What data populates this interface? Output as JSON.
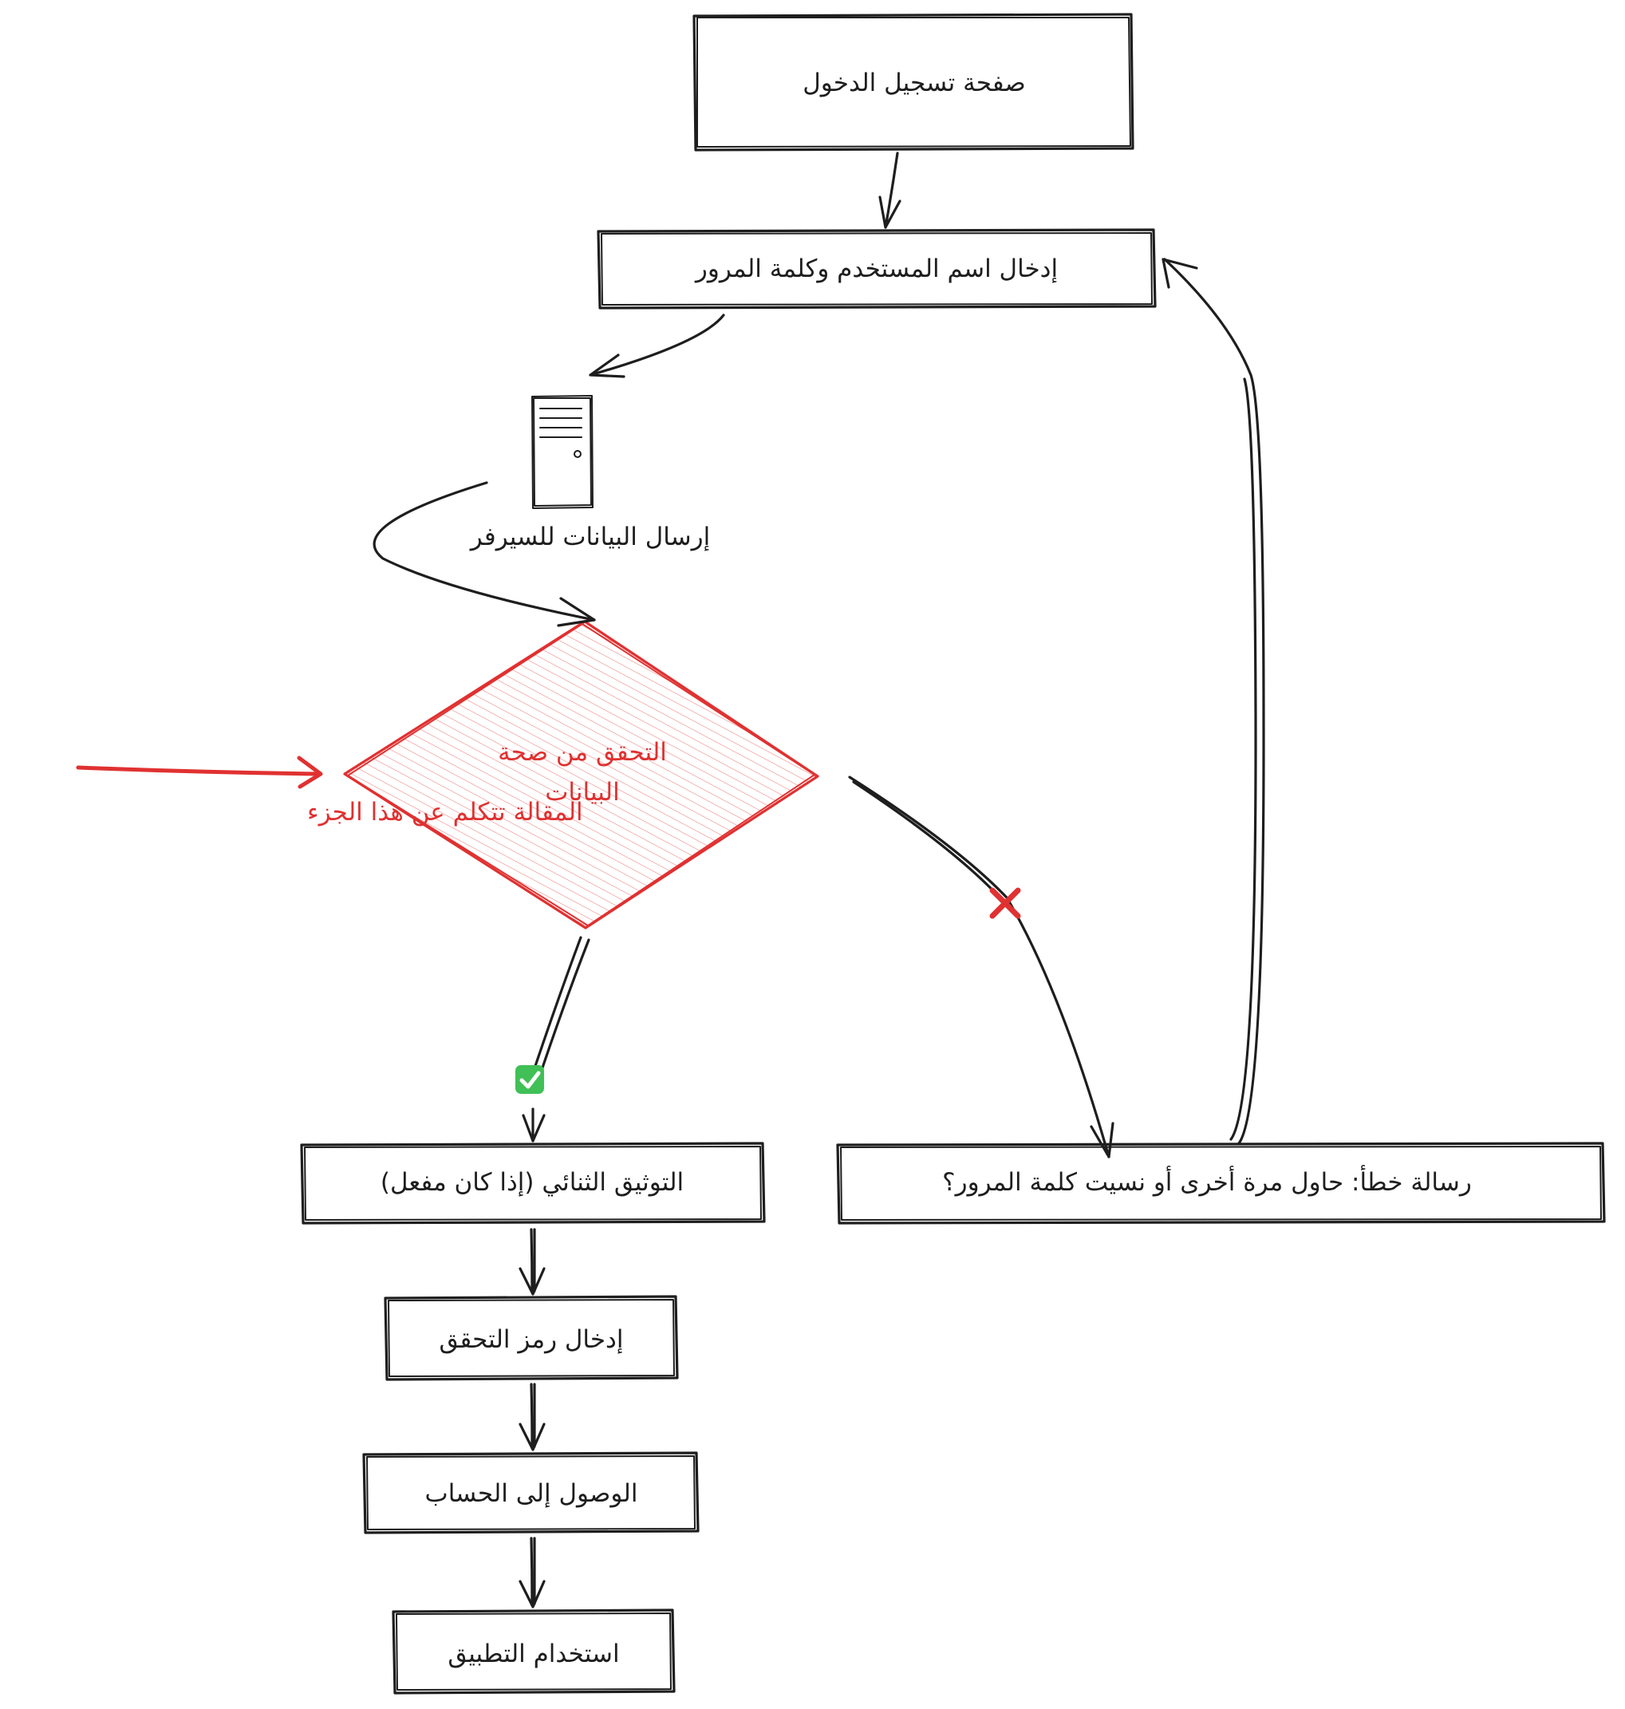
{
  "nodes": {
    "login_page": "صفحة تسجيل الدخول",
    "enter_credentials": "إدخال اسم المستخدم وكلمة المرور",
    "send_to_server": "إرسال البيانات للسيرفر",
    "validate_line1": "التحقق من صحة",
    "validate_line2": "البيانات",
    "two_factor": "التوثيق الثنائي (إذا كان مفعل)",
    "enter_code": "إدخال رمز التحقق",
    "access_account": "الوصول إلى الحساب",
    "use_app": "استخدام التطبيق",
    "error_message": "رسالة خطأ: حاول مرة أخرى أو نسيت كلمة المرور؟"
  },
  "annotation": {
    "text": "المقالة تتكلم عن هذا الجزء"
  },
  "icons": {
    "success": "check-mark-icon",
    "failure": "cross-mark-icon",
    "server": "server-tower-icon"
  },
  "colors": {
    "stroke": "#1e1e1e",
    "highlight": "#e03131",
    "highlight_fill": "#ffc9c9",
    "success_badge": "#40c057"
  }
}
